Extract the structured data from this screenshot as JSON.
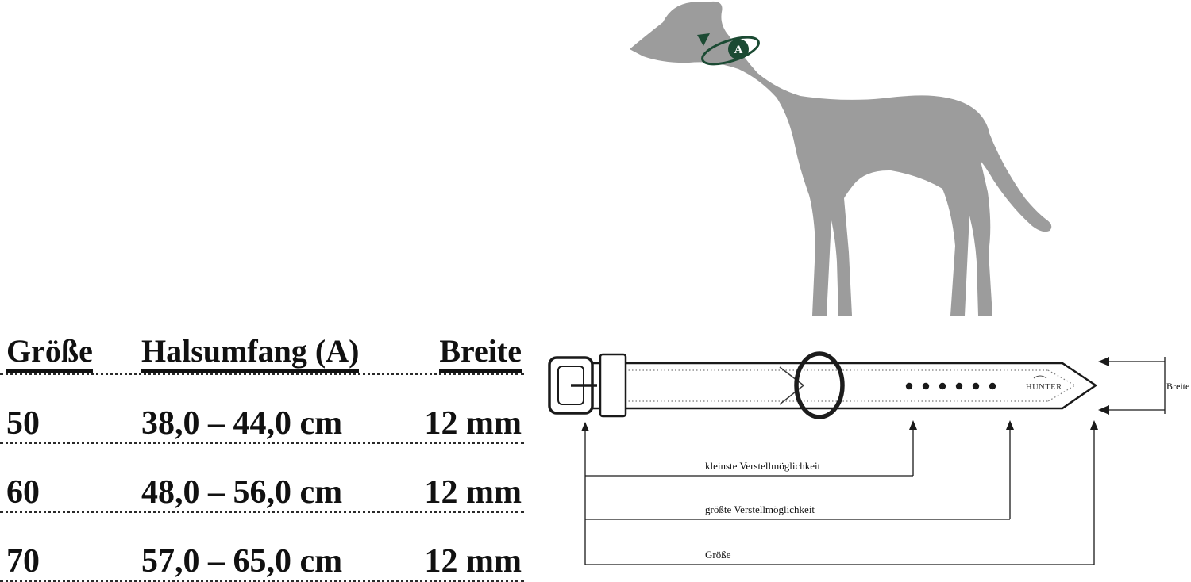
{
  "size_table": {
    "headers": [
      "Größe",
      "Halsumfang (A)",
      "Breite"
    ],
    "rows": [
      [
        "50",
        "38,0 – 44,0 cm",
        "12 mm"
      ],
      [
        "60",
        "48,0 – 56,0 cm",
        "12 mm"
      ],
      [
        "70",
        "57,0 – 65,0 cm",
        "12 mm"
      ]
    ]
  },
  "dog_figure": {
    "neck_marker": "A"
  },
  "collar_figure": {
    "brand": "HUNTER",
    "label_breite": "Breite",
    "label_kleinste": "kleinste Verstellmöglichkeit",
    "label_groesste": "größte Verstellmöglichkeit",
    "label_groesse": "Größe"
  },
  "colors": {
    "dog": "#9c9c9c",
    "green": "#1b4a33",
    "line": "#1a1a1a"
  }
}
